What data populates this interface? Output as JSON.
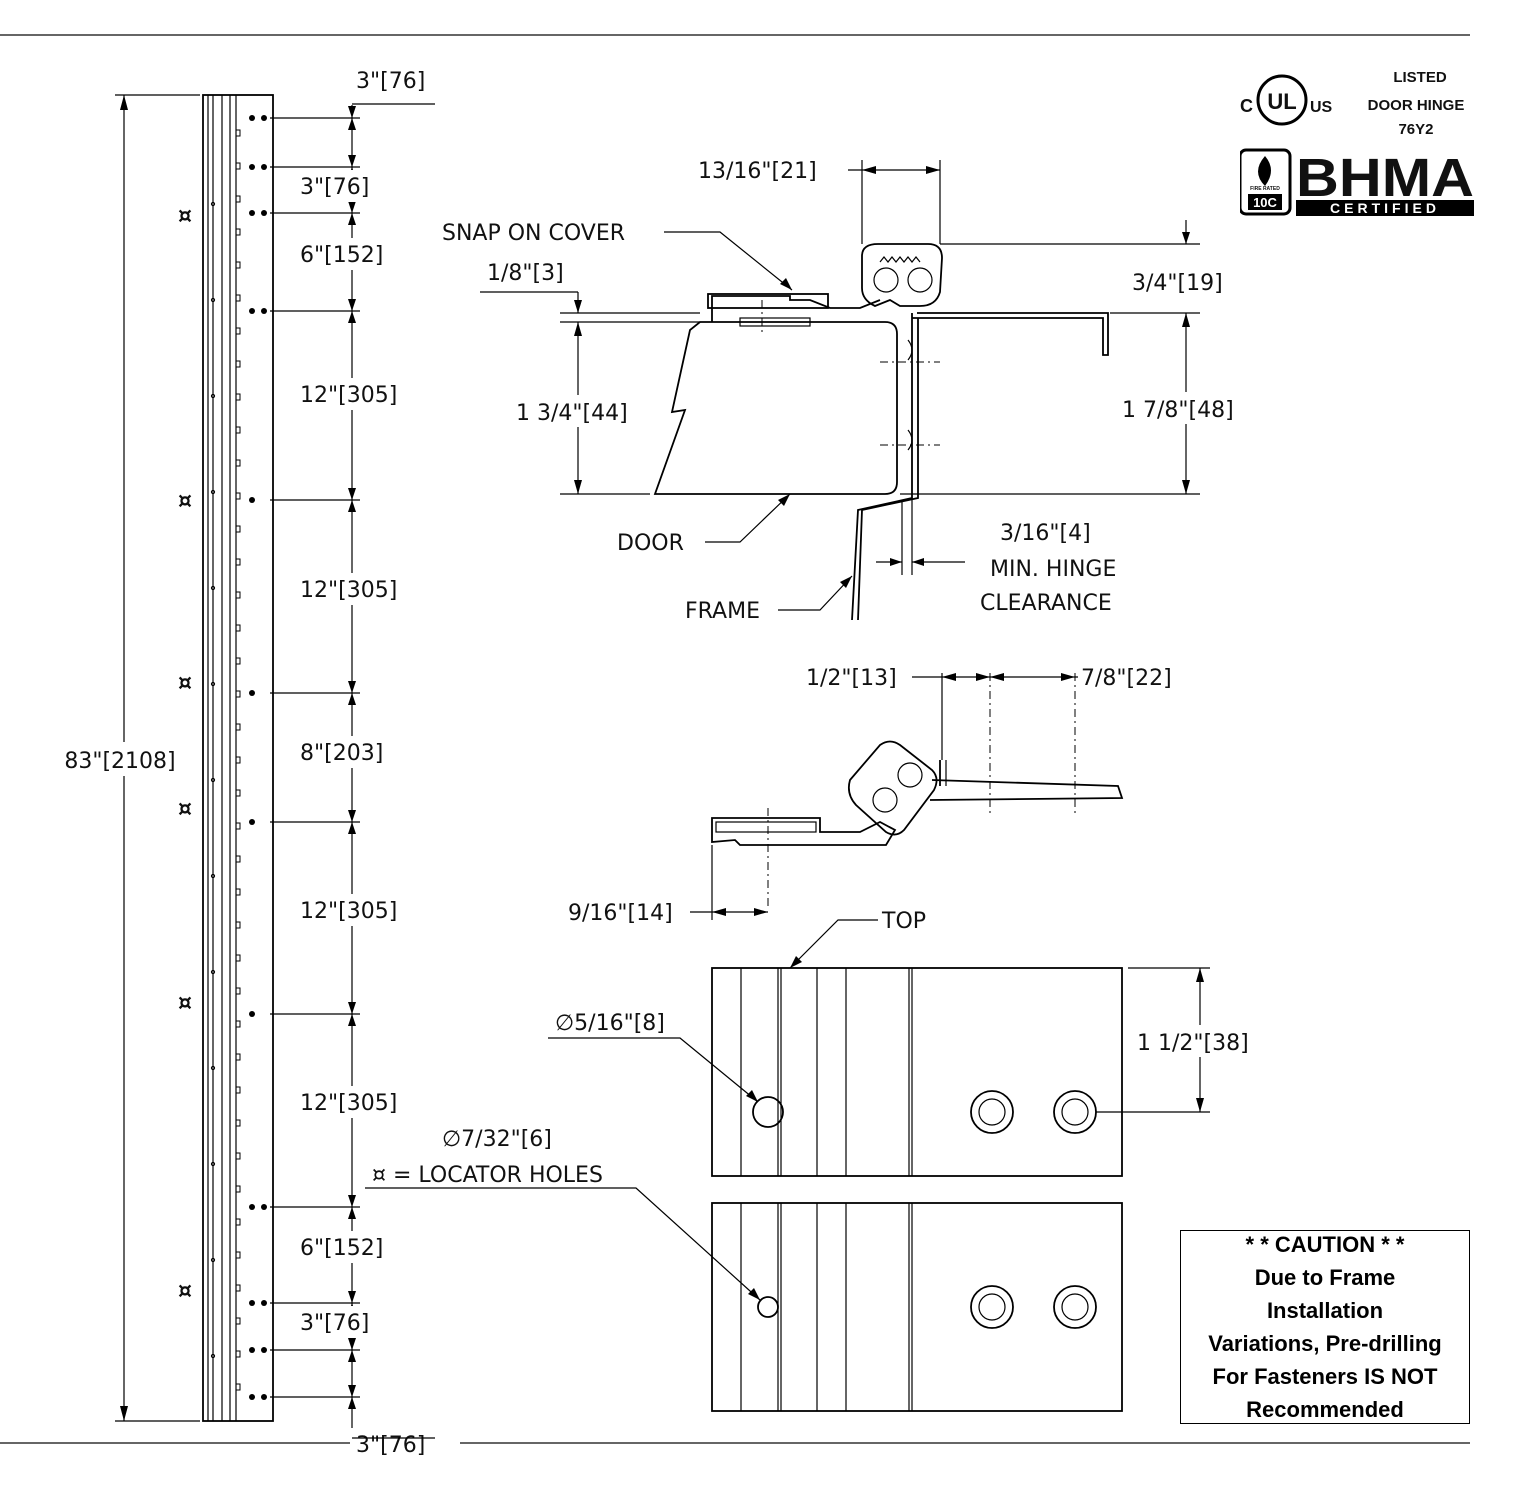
{
  "dims": {
    "hole_spacing": [
      "3\"[76]",
      "3\"[76]",
      "6\"[152]",
      "12\"[305]",
      "12\"[305]",
      "8\"[203]",
      "12\"[305]",
      "12\"[305]",
      "6\"[152]",
      "3\"[76]",
      "3\"[76]"
    ],
    "overall_length": "83\"[2108]",
    "cover_to_pivot": "13/16\"[21]",
    "cover_offset": "1/8\"[3]",
    "frame_leaf_offset": "3/4\"[19]",
    "door_thickness": "1 3/4\"[44]",
    "frame_depth": "1 7/8\"[48]",
    "hinge_clearance": "3/16\"[4]",
    "frame_hole_1": "1/2\"[13]",
    "frame_hole_2": "7/8\"[22]",
    "door_hole": "9/16\"[14]",
    "large_hole_dia": "5/16\"[8]",
    "small_hole_dia": "7/32\"[6]",
    "leaf_width": "1 1/2\"[38]",
    "diameter_symbol": "∅",
    "locator_symbol": "¤"
  },
  "labels": {
    "snap_cover": "SNAP ON COVER",
    "door": "DOOR",
    "frame": "FRAME",
    "clearance_l1": "MIN. HINGE",
    "clearance_l2": "CLEARANCE",
    "top": "TOP",
    "locator": "¤ = LOCATOR HOLES"
  },
  "certification": {
    "ul_c": "C",
    "ul_us": "US",
    "ul_mark": "UL",
    "listed_l1": "LISTED",
    "listed_l2": "DOOR HINGE",
    "listed_l3": "76Y2",
    "bhma": "BHMA",
    "bhma_sub": "CERTIFIED",
    "fire_rating": "10C",
    "fire_small": "FIRE RATED"
  },
  "caution": {
    "title": "* * CAUTION * *",
    "lines": [
      "Due to Frame",
      "Installation",
      "Variations, Pre-drilling",
      "For Fasteners IS NOT",
      "Recommended"
    ]
  }
}
